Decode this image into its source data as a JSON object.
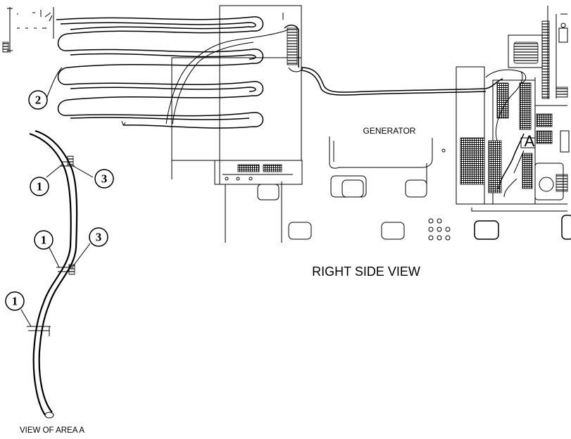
{
  "labels": {
    "generator": "GENERATOR",
    "area_marker": "A",
    "right_side_view": "RIGHT SIDE VIEW",
    "view_of_area_a": "VIEW OF AREA A"
  },
  "callouts": [
    {
      "id": "c2",
      "text": "2"
    },
    {
      "id": "c1a",
      "text": "1"
    },
    {
      "id": "c3a",
      "text": "3"
    },
    {
      "id": "c1b",
      "text": "1"
    },
    {
      "id": "c3b",
      "text": "3"
    },
    {
      "id": "c1c",
      "text": "1"
    }
  ]
}
